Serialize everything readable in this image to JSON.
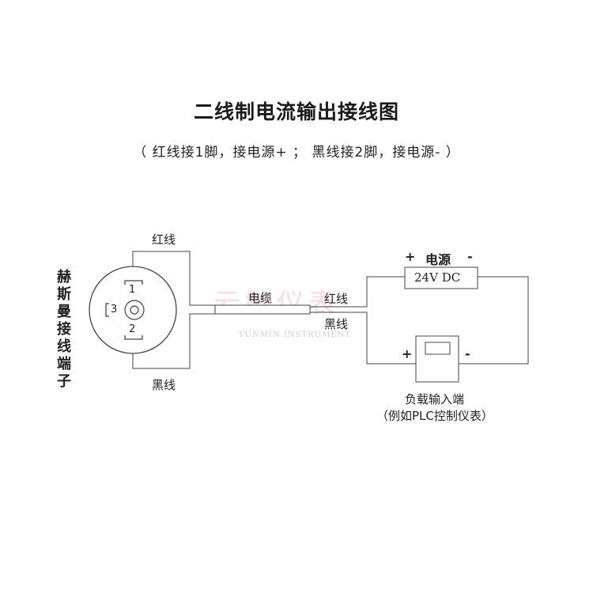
{
  "title": "二线制电流输出接线图",
  "subtitle": "（ 红线接1脚，接电源+ ； 黑线接2脚，接电源- ）",
  "connector": {
    "label": "赫斯曼接线端子",
    "pin1": "1",
    "pin2": "2",
    "pin3": "3",
    "red_wire": "红线",
    "black_wire": "黑线"
  },
  "cable": {
    "label": "电缆",
    "red_wire": "红线",
    "black_wire": "黑线"
  },
  "power": {
    "plus": "+",
    "label": "电源",
    "minus": "-",
    "value": "24V DC"
  },
  "load": {
    "plus": "+",
    "minus": "-",
    "label": "负载输入端",
    "sublabel": "（例如PLC控制仪表）"
  },
  "watermark": {
    "cn": "云敏仪表",
    "en": "YUNMIN INSTRUMENT"
  }
}
